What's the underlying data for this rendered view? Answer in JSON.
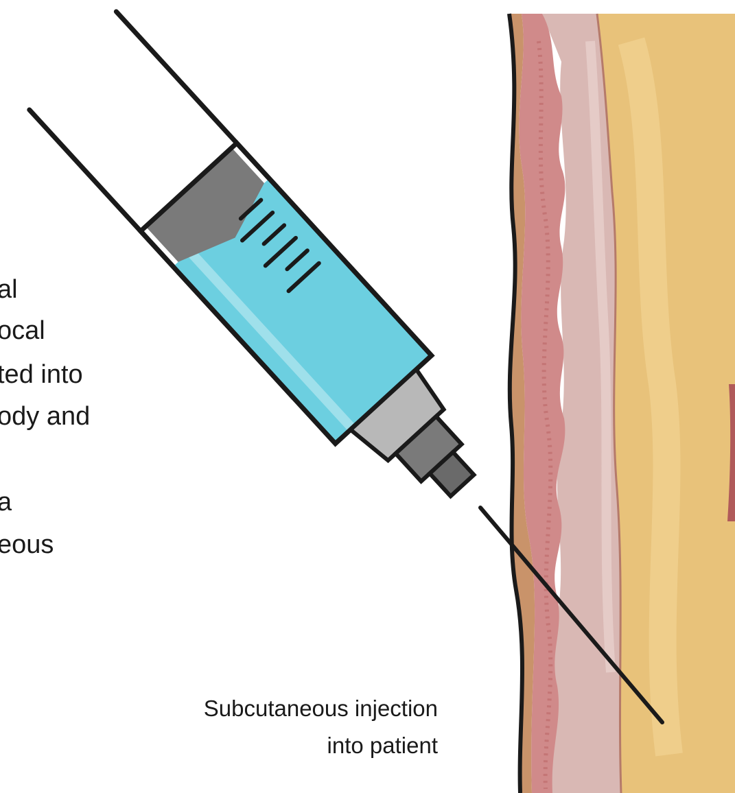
{
  "partial_text": {
    "lines": [
      "al",
      "ocal",
      "ted into",
      "ody and",
      "",
      "a",
      "eous"
    ]
  },
  "caption": {
    "lines": [
      "Subcutaneous injection",
      "into patient"
    ]
  },
  "colors": {
    "fluid": "#6ccfe0",
    "tissue_pink": "#d08a8a",
    "tissue_light": "#d9b8b4",
    "fat_yellow": "#e8c27a",
    "outline": "#1a1a1a",
    "plunger_gray": "#7a7a7a",
    "hub_silver": "#b8b8b8"
  },
  "icons": [
    "syringe-icon",
    "needle-icon",
    "skin-layers-icon"
  ]
}
